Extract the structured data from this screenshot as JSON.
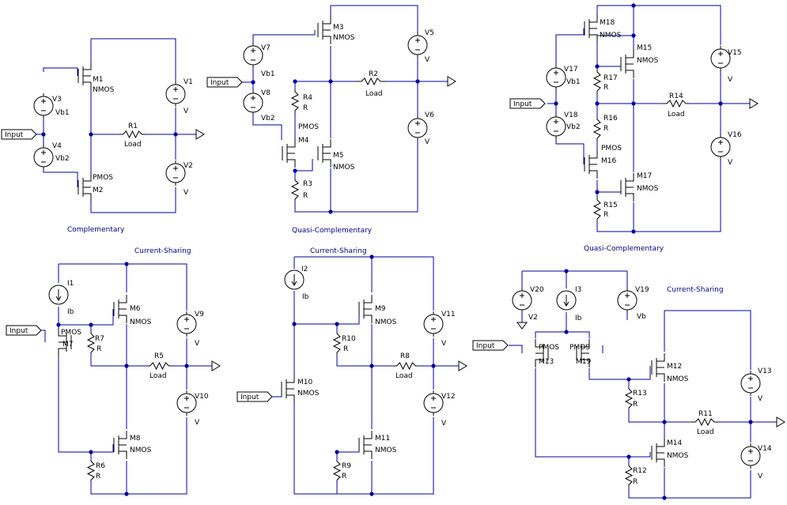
{
  "accent_colors": {
    "wire": "#0000a0",
    "title": "#000080",
    "component": "#000000"
  },
  "labels": {
    "input": "Input",
    "load": "Load",
    "nmos": "NMOS",
    "pmos": "PMOS",
    "r": "R",
    "v": "V",
    "vb": "Vb",
    "vb1": "Vb1",
    "vb2": "Vb2",
    "ib": "Ib"
  },
  "titles": {
    "c1": "Complementary",
    "c2": "Quasi-Complementary",
    "c3": "Quasi-Complementary",
    "c4": "Current-Sharing",
    "c5": "Current-Sharing",
    "c6": "Current-Sharing"
  },
  "designators": {
    "M1": "M1",
    "M2": "M2",
    "M3": "M3",
    "M4": "M4",
    "M5": "M5",
    "M6": "M6",
    "M7": "M7",
    "M8": "M8",
    "M9": "M9",
    "M10": "M10",
    "M11": "M11",
    "M12": "M12",
    "M13": "M13",
    "M14": "M14",
    "M15": "M15",
    "M16": "M16",
    "M17": "M17",
    "M18": "M18",
    "M19": "M19",
    "V1": "V1",
    "V2": "V2",
    "V3": "V3",
    "V4": "V4",
    "V5": "V5",
    "V6": "V6",
    "V7": "V7",
    "V8": "V8",
    "V9": "V9",
    "V10": "V10",
    "V11": "V11",
    "V12": "V12",
    "V13": "V13",
    "V14": "V14",
    "V15": "V15",
    "V16": "V16",
    "V17": "V17",
    "V18": "V18",
    "V19": "V19",
    "V20": "V20",
    "R1": "R1",
    "R2": "R2",
    "R3": "R3",
    "R4": "R4",
    "R5": "R5",
    "R6": "R6",
    "R7": "R7",
    "R8": "R8",
    "R9": "R9",
    "R10": "R10",
    "R11": "R11",
    "R12": "R12",
    "R13": "R13",
    "R14": "R14",
    "R15": "R15",
    "R16": "R16",
    "R17": "R17",
    "I1": "I1",
    "I2": "I2",
    "I3": "I3"
  },
  "icons": {
    "ground": "ground-triangle-icon",
    "output": "output-arrow-icon",
    "source": "voltage-source-icon"
  }
}
